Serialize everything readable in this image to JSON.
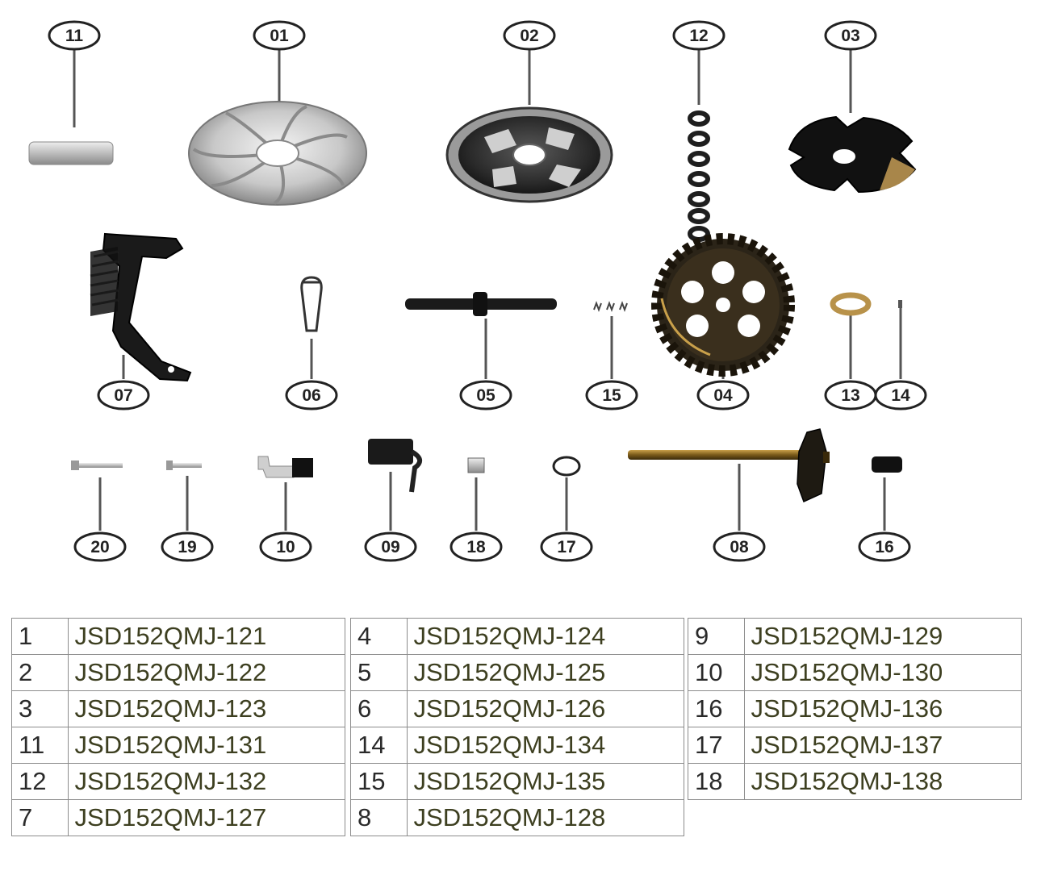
{
  "callouts": {
    "c01": "01",
    "c02": "02",
    "c03": "03",
    "c04": "04",
    "c05": "05",
    "c06": "06",
    "c07": "07",
    "c08": "08",
    "c09": "09",
    "c10": "10",
    "c11": "11",
    "c12": "12",
    "c13": "13",
    "c14": "14",
    "c15": "15",
    "c16": "16",
    "c17": "17",
    "c18": "18",
    "c19": "19",
    "c20": "20"
  },
  "parts_table": {
    "col1": [
      {
        "num": "1",
        "part": "JSD152QMJ-121"
      },
      {
        "num": "2",
        "part": "JSD152QMJ-122"
      },
      {
        "num": "3",
        "part": "JSD152QMJ-123"
      },
      {
        "num": "11",
        "part": "JSD152QMJ-131"
      },
      {
        "num": "12",
        "part": "JSD152QMJ-132"
      },
      {
        "num": "7",
        "part": "JSD152QMJ-127"
      }
    ],
    "col2": [
      {
        "num": "4",
        "part": "JSD152QMJ-124"
      },
      {
        "num": "5",
        "part": "JSD152QMJ-125"
      },
      {
        "num": "6",
        "part": "JSD152QMJ-126"
      },
      {
        "num": "14",
        "part": "JSD152QMJ-134"
      },
      {
        "num": "15",
        "part": "JSD152QMJ-135"
      },
      {
        "num": "8",
        "part": "JSD152QMJ-128"
      }
    ],
    "col3": [
      {
        "num": "9",
        "part": "JSD152QMJ-129"
      },
      {
        "num": "10",
        "part": "JSD152QMJ-130"
      },
      {
        "num": "16",
        "part": "JSD152QMJ-136"
      },
      {
        "num": "17",
        "part": "JSD152QMJ-137"
      },
      {
        "num": "18",
        "part": "JSD152QMJ-138"
      }
    ]
  },
  "colors": {
    "metal_light": "#d9d9d9",
    "metal_dark": "#1c1c1c",
    "brass": "#b8860b",
    "table_border": "#8c8c8c"
  }
}
